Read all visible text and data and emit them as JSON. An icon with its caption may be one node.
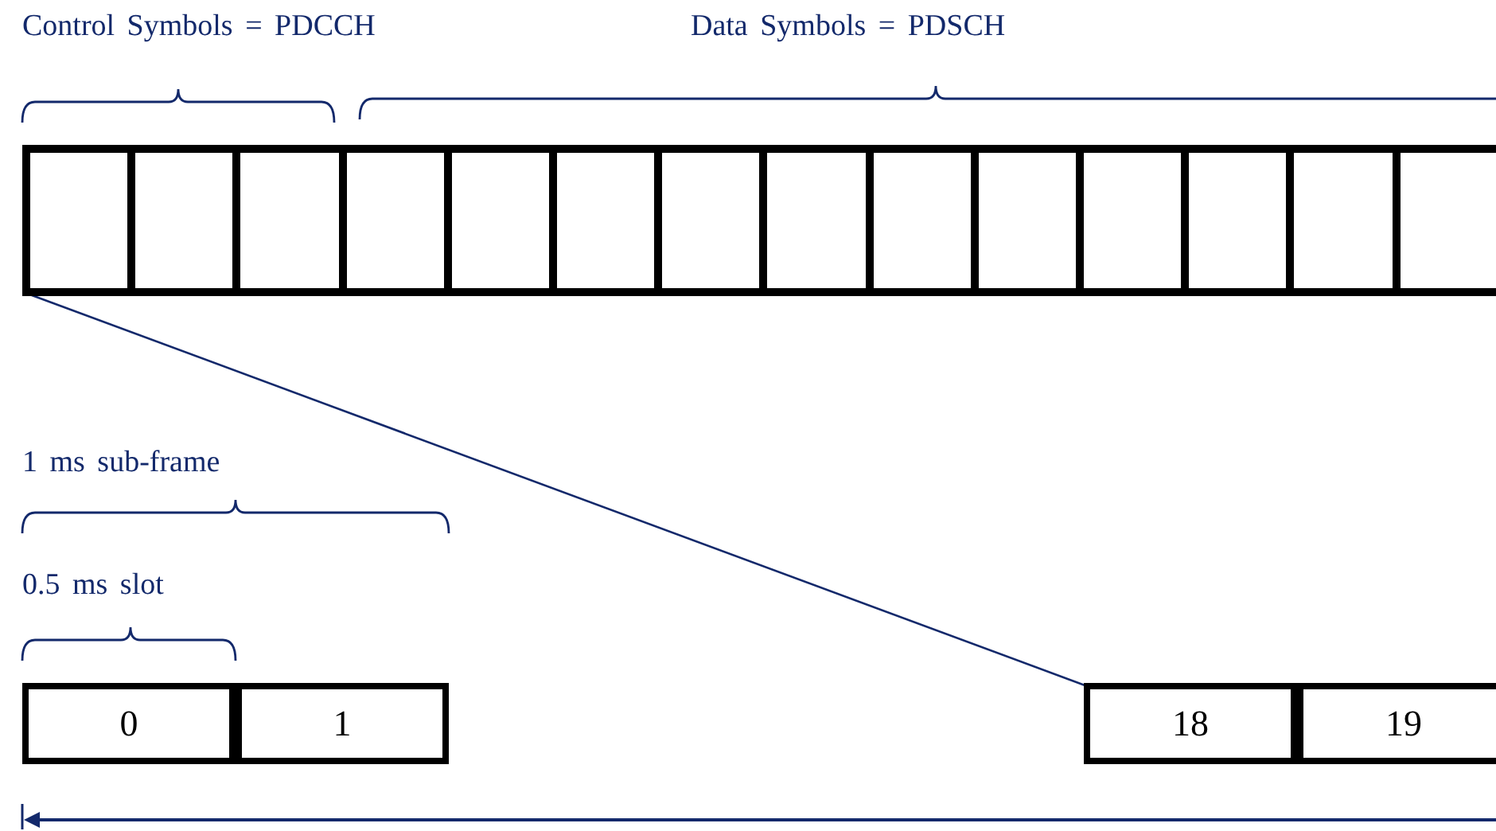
{
  "diagram": {
    "nodes": [
      {
        "text": [],
        "shape": "box"
      },
      {
        "text": [],
        "shape": "box"
      },
      {
        "text": [],
        "shape": "box"
      },
      {
        "text": [],
        "shape": "box"
      },
      {
        "text": [],
        "shape": "box"
      },
      {
        "text": [],
        "shape": "box"
      },
      {
        "text": [],
        "shape": "box"
      },
      {
        "text": [],
        "shape": "box"
      },
      {
        "text": [],
        "shape": "box"
      },
      {
        "text": [],
        "shape": "box"
      },
      {
        "text": [],
        "shape": "box"
      },
      {
        "text": [],
        "shape": "box"
      },
      {
        "text": [],
        "shape": "box"
      },
      {
        "text": [],
        "shape": "box"
      },
      {
        "text": [
          "0"
        ]
      },
      {
        "text": [
          "1"
        ]
      },
      {
        "text": [
          "18"
        ]
      },
      {
        "text": [
          "19"
        ]
      }
    ],
    "edges": [
      {
        "from": 0,
        "to": 16,
        "arrow": "none"
      }
    ],
    "labels": [
      "Control Symbols = PDCCH",
      "Data Symbols = PDSCH",
      "1 ms sub-frame",
      "0.5 ms slot"
    ]
  }
}
